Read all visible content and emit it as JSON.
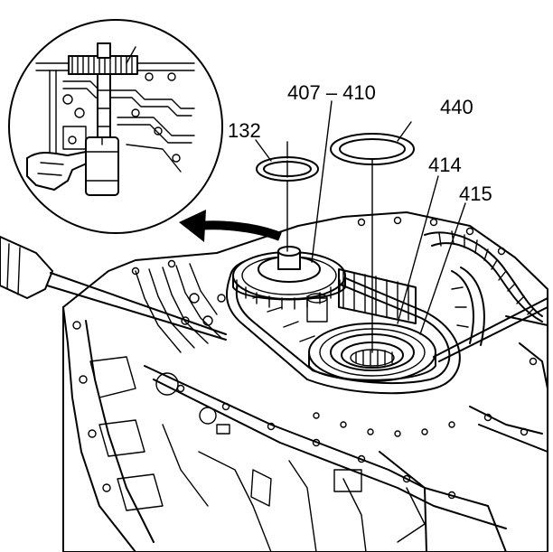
{
  "callouts": {
    "c132": "132",
    "c407_410": "407 – 410",
    "c440": "440",
    "c414": "414",
    "c415": "415"
  },
  "colors": {
    "line": "#000000",
    "background": "#ffffff"
  }
}
